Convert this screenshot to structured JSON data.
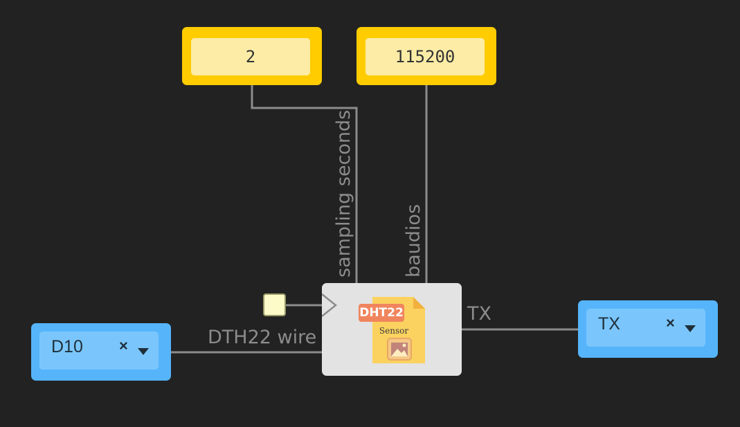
{
  "inputs": {
    "sampling_seconds_value": "2",
    "baud_rate_value": "115200"
  },
  "wire_labels": {
    "sampling_seconds": "sampling seconds",
    "baudios": "baudios",
    "dth22_wire": "DTH22 wire",
    "tx": "TX"
  },
  "pin_selects": {
    "left_value": "D10",
    "right_value": "TX",
    "clear_glyph": "×"
  },
  "sensor_node": {
    "badge": "DHT22",
    "caption": "Sensor",
    "icon": "file-image-icon"
  },
  "colors": {
    "background": "#222222",
    "constant_node": "#ffcc00",
    "pin_node": "#56b4fa",
    "wire": "#8c8c8c",
    "sensor_node": "#e3e3e3",
    "badge": "#f0855d"
  }
}
